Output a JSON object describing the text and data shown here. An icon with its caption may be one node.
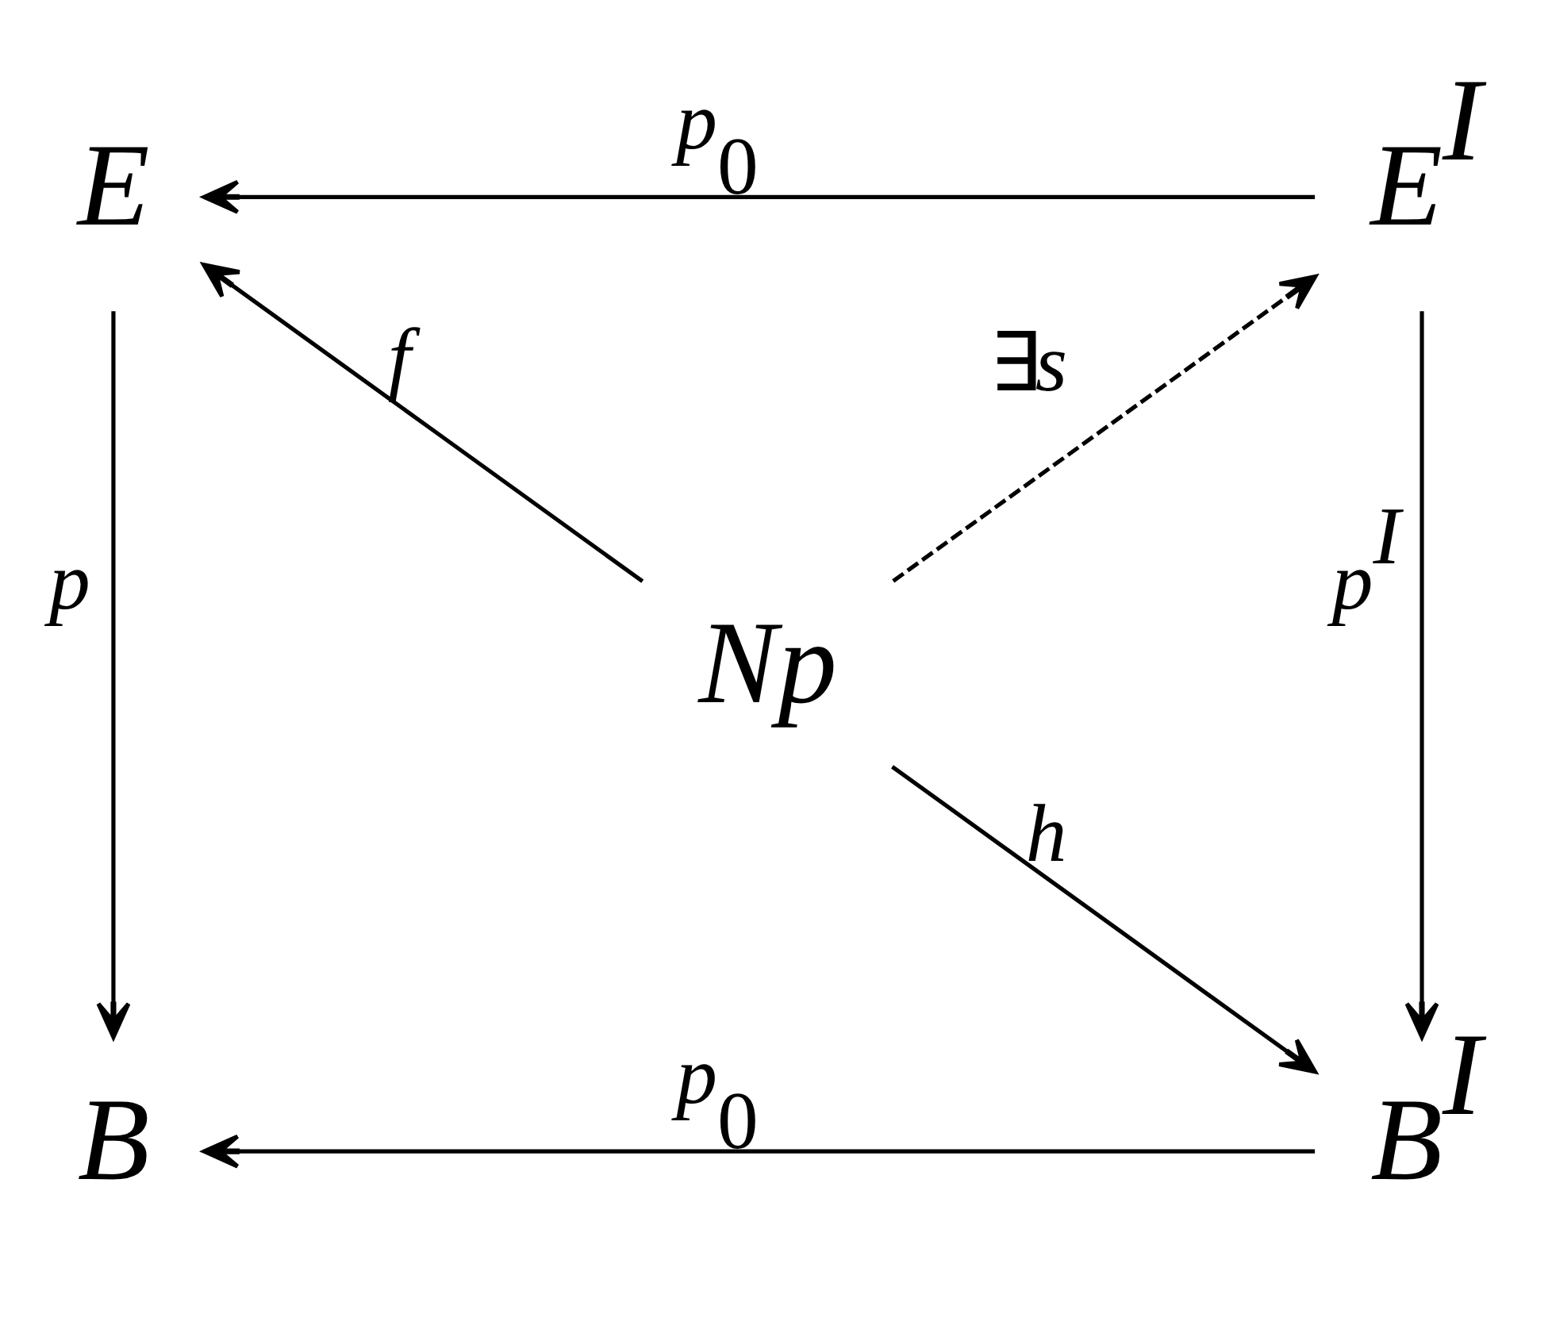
{
  "diagram": {
    "nodes": [
      {
        "text": [
          "E"
        ]
      },
      {
        "text": [
          "E$^{I}$"
        ]
      },
      {
        "text": [
          "Np"
        ]
      },
      {
        "text": [
          "B"
        ]
      },
      {
        "text": [
          "B$^{I}$"
        ]
      }
    ],
    "edges": [
      {
        "from": 1,
        "to": 0,
        "arrow": "to",
        "label": "p$_{0}$"
      },
      {
        "from": 2,
        "to": 0,
        "arrow": "to",
        "label": "f"
      },
      {
        "from": 2,
        "to": 1,
        "arrow": "to",
        "label": "∃s",
        "style": "dashed"
      },
      {
        "from": 0,
        "to": 3,
        "arrow": "to",
        "label": "p"
      },
      {
        "from": 1,
        "to": 4,
        "arrow": "to",
        "label": "p$^{I}$"
      },
      {
        "from": 2,
        "to": 4,
        "arrow": "to",
        "label": "h"
      },
      {
        "from": 4,
        "to": 3,
        "arrow": "to",
        "label": "p$_{0}$"
      }
    ]
  }
}
